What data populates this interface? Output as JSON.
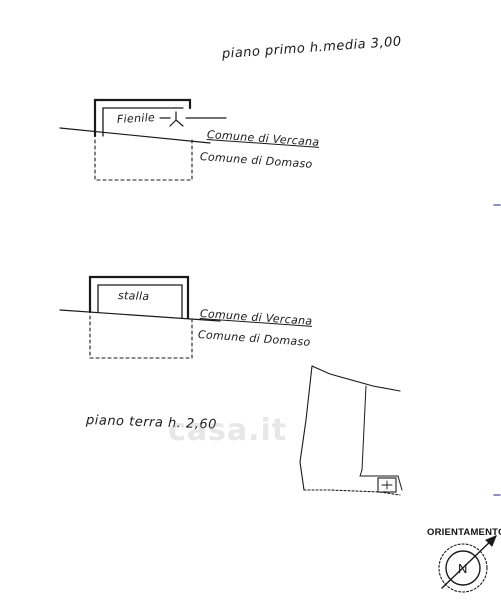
{
  "floor_first": {
    "title": "piano primo h.media 3,00",
    "room_label": "Fienile",
    "boundary_upper": "Comune di Vercana",
    "boundary_lower": "Comune di Domaso"
  },
  "floor_ground": {
    "title": "piano terra h. 2,60",
    "room_label": "stalla",
    "boundary_upper": "Comune di Vercana",
    "boundary_lower": "Comune di Domaso"
  },
  "orientation": {
    "label": "ORIENTAMENTO",
    "north_letter": "N"
  },
  "watermark": {
    "text": "casa.it"
  },
  "colors": {
    "ink": "#1a1a1a",
    "paper": "#ffffff"
  }
}
